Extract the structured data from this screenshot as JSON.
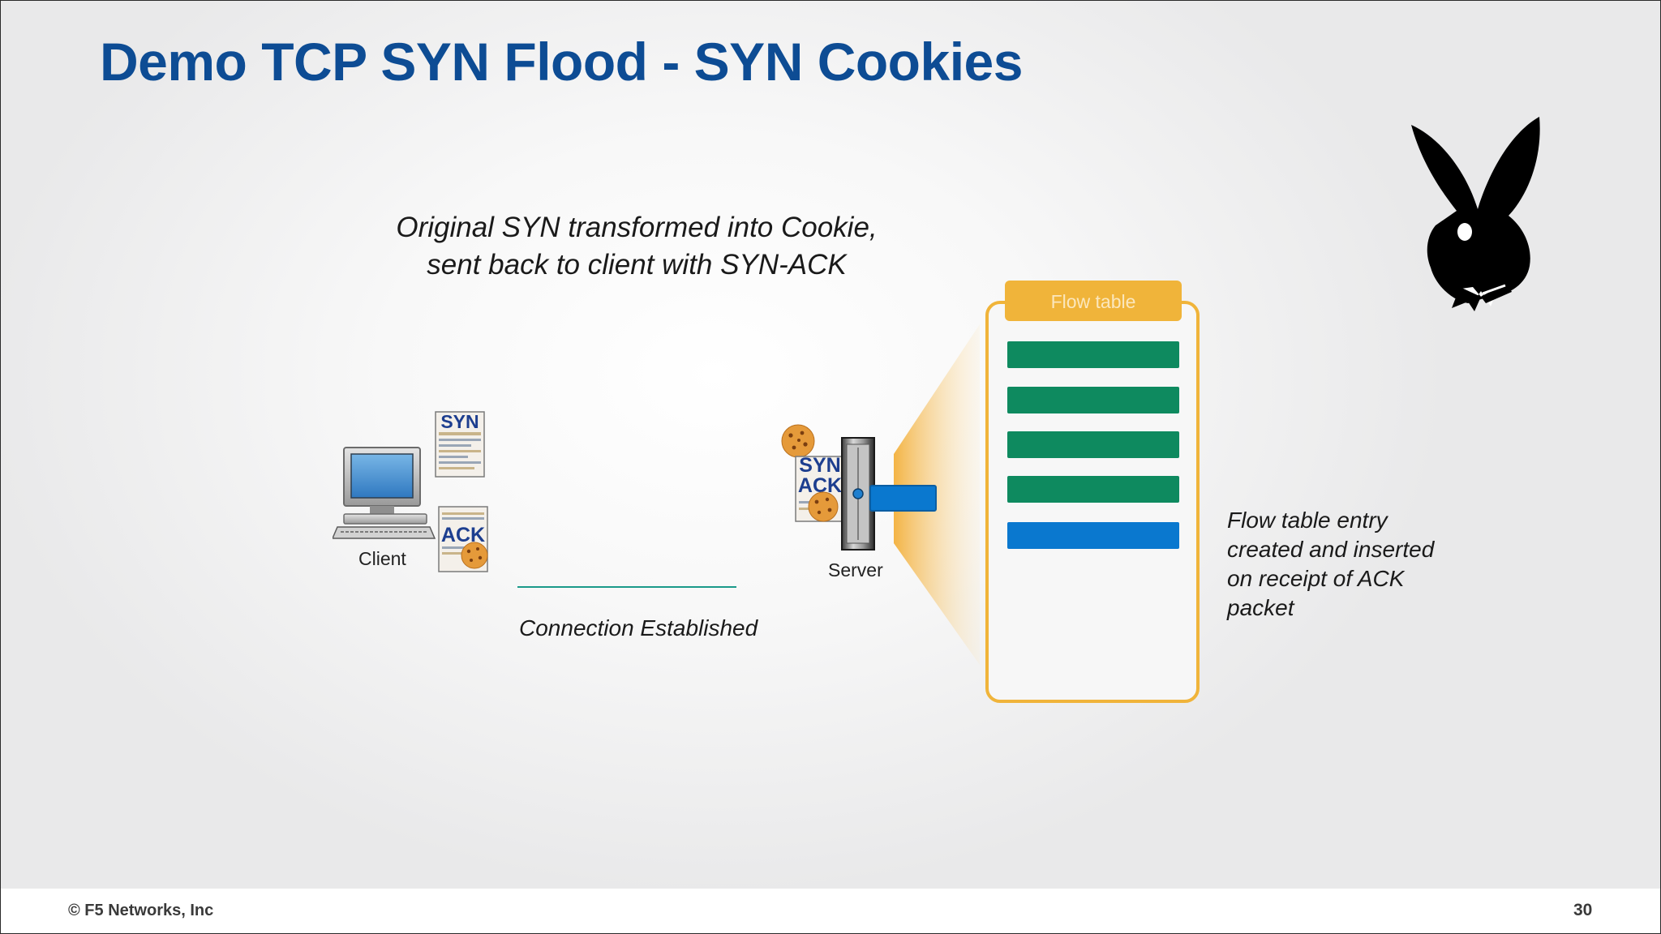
{
  "title": "Demo TCP SYN Flood - SYN Cookies",
  "caption_top": [
    "Original SYN transformed into Cookie,",
    "sent back to client with SYN-ACK"
  ],
  "caption_connection": "Connection Established",
  "caption_flow": [
    "Flow table entry",
    "created and inserted",
    "on receipt of ACK",
    "packet"
  ],
  "client_label": "Client",
  "server_label": "Server",
  "flow_table": {
    "header": "Flow table"
  },
  "packets": {
    "syn": "SYN",
    "ack": "ACK",
    "synack_1": "SYN",
    "synack_2": "ACK"
  },
  "footer": {
    "copyright": "© F5 Networks, Inc",
    "page_number": "30"
  },
  "colors": {
    "title": "#0d4c94",
    "flow_accent": "#f0b43a",
    "flow_row": "#0e8a5f",
    "flow_row_new": "#0a78cf",
    "connection_line": "#1b9a8a"
  },
  "icons": [
    "client-computer-icon",
    "server-rack-icon",
    "cookie-icon",
    "bunny-logo-icon"
  ]
}
